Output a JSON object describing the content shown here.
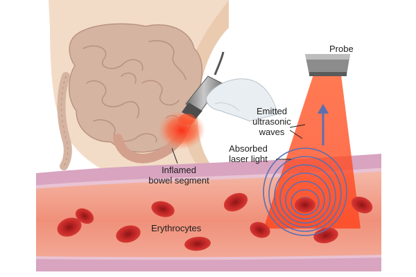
{
  "labels": {
    "probe": "Probe",
    "emitted_line1": "Emitted",
    "emitted_line2": "ultrasonic",
    "emitted_line3": "waves",
    "absorbed_line1": "Absorbed",
    "absorbed_line2": "laser light",
    "inflamed_line1": "Inflamed",
    "inflamed_line2": "bowel segment",
    "erythrocytes": "Erythrocytes"
  },
  "colors": {
    "skin": "#f3dcc7",
    "skin_shadow": "#e6c3a7",
    "intestine": "#d6b4a2",
    "intestine_dark": "#b99382",
    "inflamed_red": "#ff4a22",
    "laser_beam": "#ff3d16",
    "vessel_wall_outer": "#d8a4bf",
    "vessel_wall_inner": "#e9c3d3",
    "vessel_lumen": "#f2a28f",
    "rbc": "#cc2a2a",
    "rbc_core": "#9e1a1a",
    "wave_ring": "#5a6fb0",
    "probe_gray": "#8c8c8c",
    "glove": "#e9eef2"
  },
  "icons": {
    "probe": "handheld-ultrasound-probe-icon",
    "glove": "gloved-hand-icon",
    "abdomen": "abdominal-intestines-illustration",
    "blood_vessel": "blood-vessel-cross-section",
    "red_blood_cell": "erythrocyte-icon",
    "ultrasonic_wave": "concentric-wave-rings",
    "direction_arrow": "up-arrow-icon"
  }
}
